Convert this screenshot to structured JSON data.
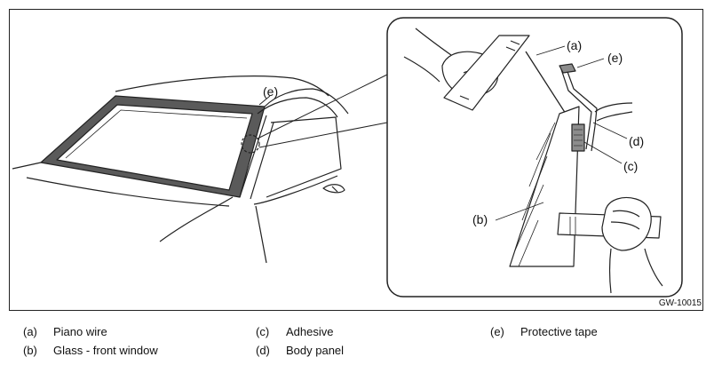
{
  "figure": {
    "code": "GW-10015",
    "callouts": {
      "a": "(a)",
      "b": "(b)",
      "c": "(c)",
      "d": "(d)",
      "e_detail": "(e)",
      "e_car": "(e)"
    }
  },
  "legend": [
    {
      "key": "(a)",
      "label": "Piano wire"
    },
    {
      "key": "(b)",
      "label": "Glass - front window"
    },
    {
      "key": "(c)",
      "label": "Adhesive"
    },
    {
      "key": "(d)",
      "label": "Body panel"
    },
    {
      "key": "(e)",
      "label": "Protective tape"
    }
  ]
}
